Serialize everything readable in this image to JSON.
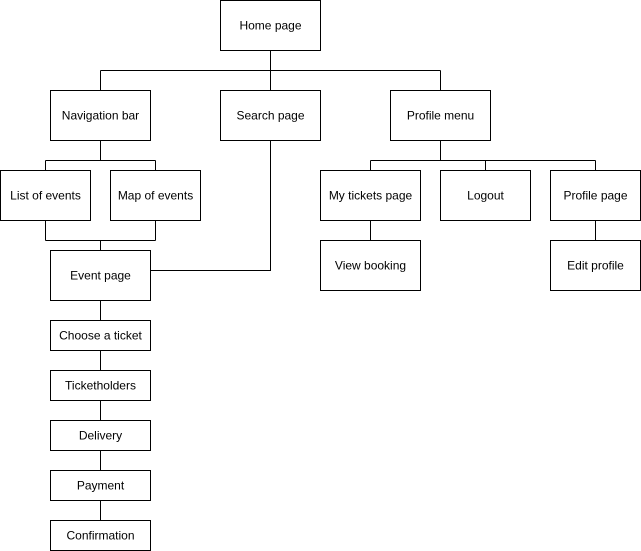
{
  "nodes": {
    "home": "Home page",
    "navbar": "Navigation bar",
    "search": "Search page",
    "profile_menu": "Profile menu",
    "list_events": "List of events",
    "map_events": "Map of events",
    "my_tickets": "My tickets page",
    "logout": "Logout",
    "profile_page": "Profile page",
    "event_page": "Event page",
    "view_booking": "View booking",
    "edit_profile": "Edit profile",
    "choose_ticket": "Choose a ticket",
    "ticketholders": "Ticketholders",
    "delivery": "Delivery",
    "payment": "Payment",
    "confirmation": "Confirmation"
  },
  "colors": {
    "stroke": "#000000",
    "fill": "#ffffff",
    "text": "#000000"
  }
}
